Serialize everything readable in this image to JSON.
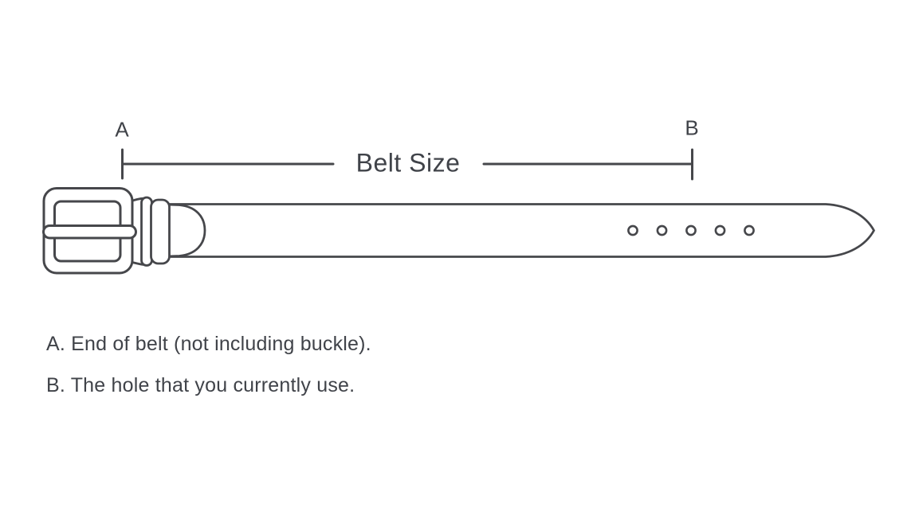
{
  "diagram": {
    "title": "Belt Size",
    "point_a": {
      "label": "A",
      "note": "A. End of belt (not including buckle)."
    },
    "point_b": {
      "label": "B",
      "note": "B. The hole that you currently use."
    },
    "belt": {
      "holes_count": 5
    },
    "colors": {
      "stroke": "#46474b",
      "text": "#404349",
      "background": "#ffffff"
    }
  }
}
